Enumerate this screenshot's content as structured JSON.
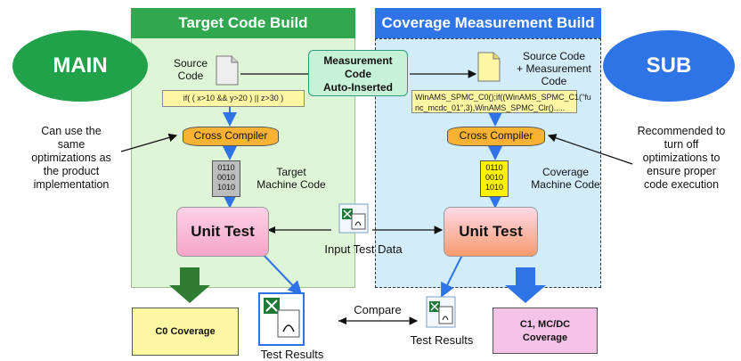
{
  "headers": {
    "left": "Target Code Build",
    "right": "Coverage Measurement Build"
  },
  "ovals": {
    "main": "MAIN",
    "sub": "SUB"
  },
  "left": {
    "source_label_1": "Source",
    "source_label_2": "Code",
    "code_snippet": "if( ( x>10 && y>20 ) || z>30 )",
    "compiler": "Cross Compiler",
    "binary": [
      "0110",
      "0010",
      "1010"
    ],
    "machine_label_1": "Target",
    "machine_label_2": "Machine Code",
    "unit_test": "Unit Test",
    "result": "C0 Coverage"
  },
  "right": {
    "source_label_1": "Source Code",
    "source_label_2": "+ Measurement",
    "source_label_3": "Code",
    "code_line_1": "WinAMS_SPMC_C0();if((WinAMS_SPMC_C1(\"fu",
    "code_line_2": "nc_mcdc_01\",3),WinAMS_SPMC_Clr().....",
    "compiler": "Cross Compiler",
    "binary": [
      "0110",
      "0010",
      "1010"
    ],
    "machine_label_1": "Coverage",
    "machine_label_2": "Machine Code",
    "unit_test": "Unit Test",
    "result_1": "C1, MC/DC",
    "result_2": "Coverage"
  },
  "center": {
    "measurement_1": "Measurement",
    "measurement_2": "Code",
    "measurement_3": "Auto-Inserted",
    "input_test_data": "Input Test Data",
    "compare": "Compare",
    "test_results_left": "Test Results",
    "test_results_right": "Test Results"
  },
  "notes": {
    "left": [
      "Can use the",
      "same",
      "optimizations as",
      "the product",
      "implementation"
    ],
    "right": [
      "Recommended to",
      "turn off",
      "optimizations to",
      "ensure proper",
      "code execution"
    ]
  },
  "colors": {
    "green": "#2fa84f",
    "blue": "#2f74e6",
    "left_panel": "#dff5d7",
    "right_panel": "#d3ecf9",
    "compiler": "#f9b234",
    "c0_box": "#fdf7a3",
    "c1_box": "#f6c3e8"
  }
}
